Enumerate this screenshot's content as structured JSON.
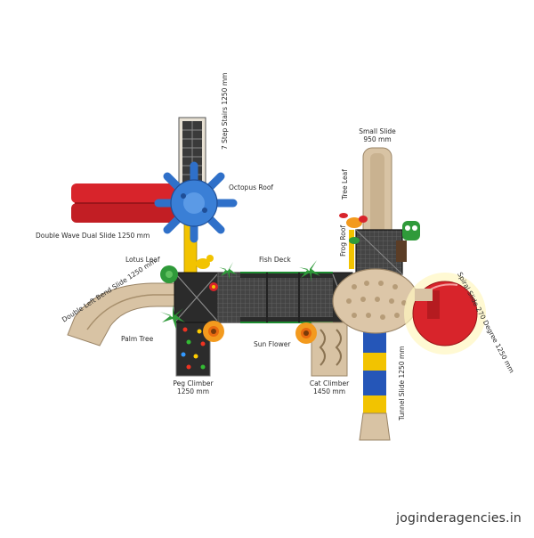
{
  "labels": {
    "seven_step_stairs": "7 Step Stairs 1250 mm",
    "octopus_roof": "Octopus Roof",
    "double_wave_dual_slide": "Double Wave Dual Slide  1250 mm",
    "small_slide_name": "Small Slide",
    "small_slide_size": "950 mm",
    "tree_leaf": "Tree Leaf",
    "frog_roof": "Frog Roof",
    "lotus_leaf": "Lotus Leaf",
    "fish_deck": "Fish Deck",
    "double_left_bend_slide": "Double Left Bend Slide 1250 mm",
    "spiral_slide": "Spiral Slide 270 Degree 1250 mm",
    "palm_tree": "Palm Tree",
    "sun_flower": "Sun Flower",
    "peg_climber_name": "Peg Climber",
    "peg_climber_size": "1250 mm",
    "cat_climber_name": "Cat Climber",
    "cat_climber_size": "1450 mm",
    "tunnel_slide": "Tunnel Slide 1250 mm"
  },
  "watermark": "joginderagencies.in",
  "colors": {
    "slide_red": "#d8242b",
    "beige": "#d8c3a4",
    "deck_dark": "#3c3c3c",
    "roof_blue": "#2f70c9",
    "post_yellow": "#f2c300",
    "leaf_green": "#2f9a3a",
    "flower_orange": "#f39a1e",
    "tunnel_blue": "#2556b8"
  }
}
